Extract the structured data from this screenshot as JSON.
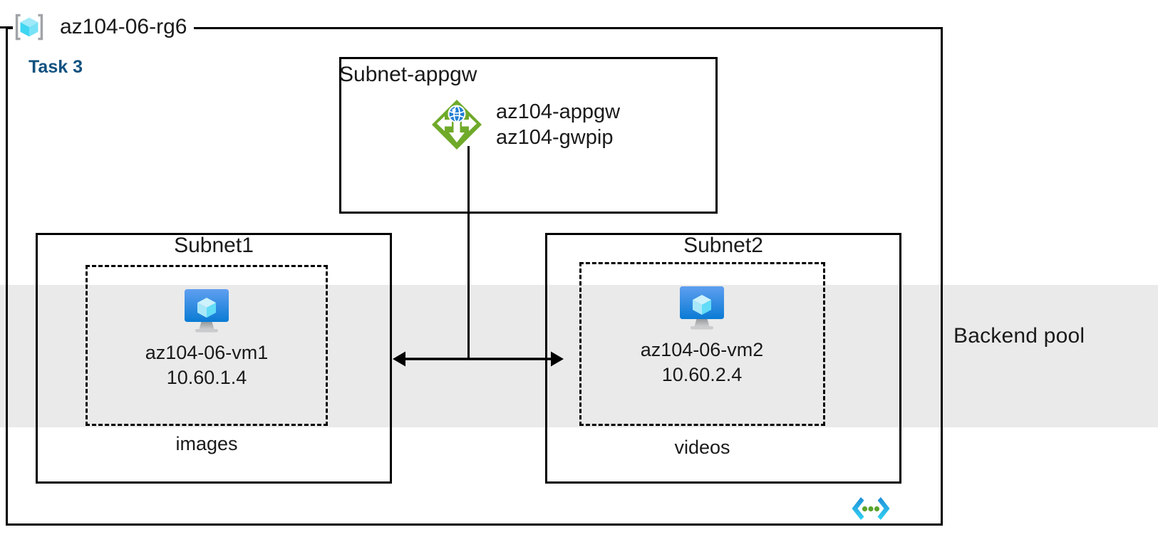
{
  "diagram": {
    "title": "az104-06-rg6",
    "task_label": "Task 3",
    "resource_group_icon": "resource-group-cube-icon",
    "vnet_icon": "virtual-network-icon",
    "backend_pool_label": "Backend pool",
    "colors": {
      "task_accent": "#11517f",
      "backend_band": "#eaeaea",
      "border": "#000000",
      "appgw_green": "#6faa2a",
      "vm_blue": "#1b8ae0",
      "cube_cyan": "#7fe3f5",
      "vnet_cyan": "#32c8f0",
      "vnet_blue": "#1f8fd8",
      "vnet_green": "#5aa32c"
    }
  },
  "subnets": [
    {
      "id": "subnet-appgw",
      "title": "Subnet-appgw",
      "node": {
        "icon": "application-gateway-icon",
        "lines": [
          "az104-appgw",
          "az104-gwpip"
        ]
      }
    },
    {
      "id": "subnet1",
      "title": "Subnet1",
      "caption": "images",
      "node": {
        "icon": "virtual-machine-icon",
        "lines": [
          "az104-06-vm1",
          "10.60.1.4"
        ]
      }
    },
    {
      "id": "subnet2",
      "title": "Subnet2",
      "caption": "videos",
      "node": {
        "icon": "virtual-machine-icon",
        "lines": [
          "az104-06-vm2",
          "10.60.2.4"
        ]
      }
    }
  ],
  "connectors": [
    {
      "id": "appgw-to-backends",
      "type": "vertical-line"
    },
    {
      "id": "subnet1-subnet2-link",
      "type": "double-arrow"
    }
  ]
}
